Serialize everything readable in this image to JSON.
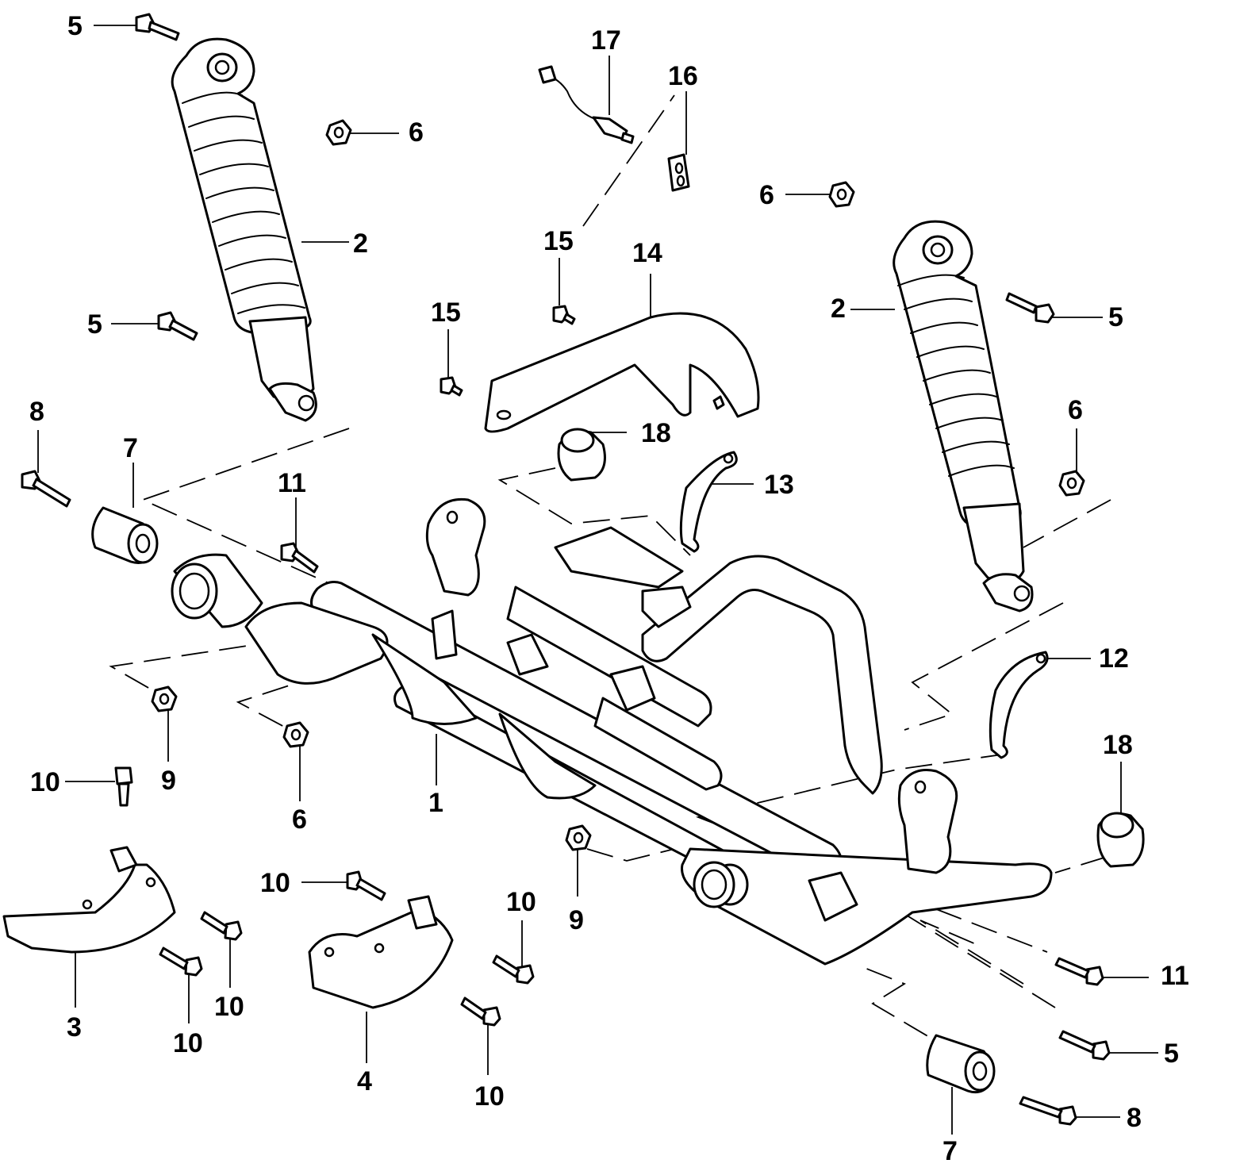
{
  "callouts": {
    "c1": "1",
    "c2a": "2",
    "c2b": "2",
    "c3": "3",
    "c4": "4",
    "c5a": "5",
    "c5b": "5",
    "c5c": "5",
    "c5d": "5",
    "c6a": "6",
    "c6b": "6",
    "c6c": "6",
    "c6d": "6",
    "c7a": "7",
    "c7b": "7",
    "c8a": "8",
    "c8b": "8",
    "c9a": "9",
    "c9b": "9",
    "c10a": "10",
    "c10b": "10",
    "c10c": "10",
    "c10d": "10",
    "c10e": "10",
    "c10f": "10",
    "c11a": "11",
    "c11b": "11",
    "c12": "12",
    "c13": "13",
    "c14": "14",
    "c15a": "15",
    "c15b": "15",
    "c16": "16",
    "c17": "17",
    "c18a": "18",
    "c18b": "18"
  },
  "icons": [
    "shock-absorber-icon",
    "bolt-icon",
    "flange-nut-icon",
    "bushing-icon",
    "skid-plate-icon",
    "bracket-icon",
    "sensor-icon",
    "frame-icon"
  ]
}
